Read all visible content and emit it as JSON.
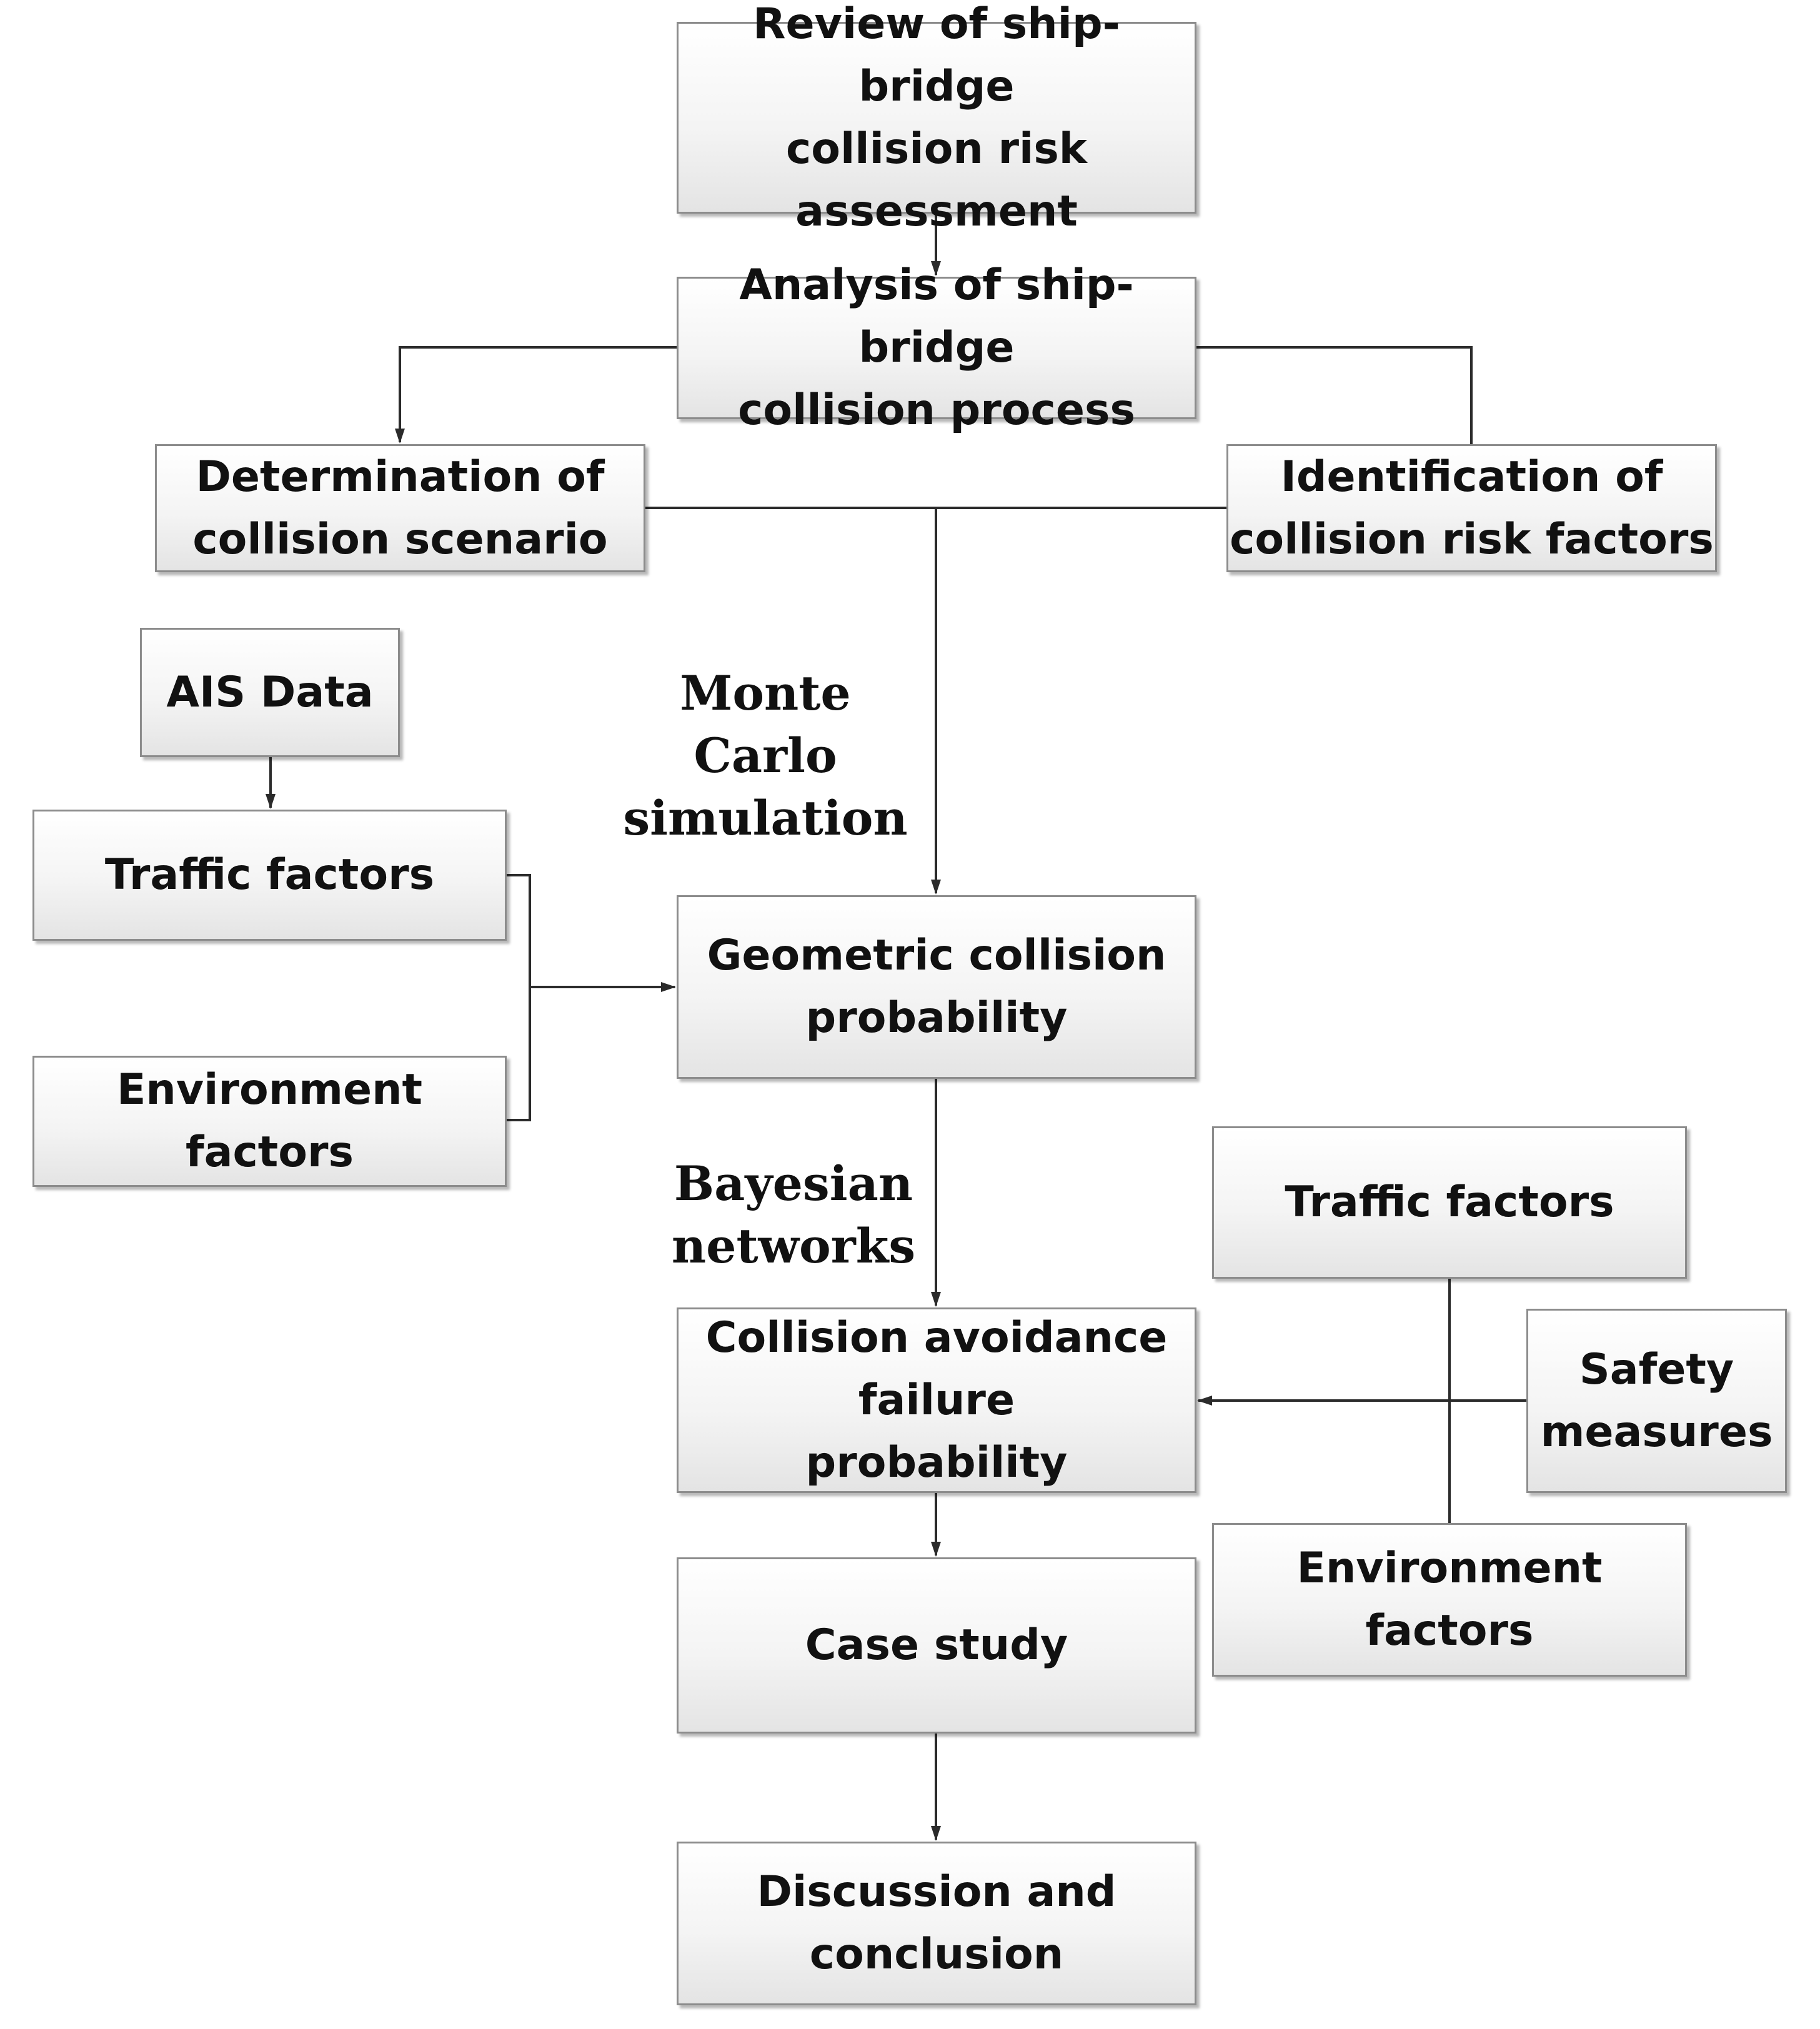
{
  "nodes": {
    "review": "Review of ship-bridge\ncollision risk\nassessment",
    "analysis": "Analysis of ship-bridge\ncollision process",
    "scenario": "Determination of\ncollision scenario",
    "risk_factors": "Identification of\ncollision risk factors",
    "ais_data": "AIS Data",
    "traffic_left": "Traffic factors",
    "environment_left": "Environment factors",
    "geometric": "Geometric collision\nprobability",
    "traffic_right": "Traffic factors",
    "safety": "Safety\nmeasures",
    "avoidance": "Collision avoidance\nfailure\nprobability",
    "environment_right": "Environment  factors",
    "case_study": "Case study",
    "discussion": "Discussion and\nconclusion"
  },
  "labels": {
    "monte_carlo": "Monte\nCarlo\nsimulation",
    "bayesian": "Bayesian\nnetworks"
  },
  "colors": {
    "line": "#2b2b2b",
    "box_border": "#8c8c8c"
  }
}
